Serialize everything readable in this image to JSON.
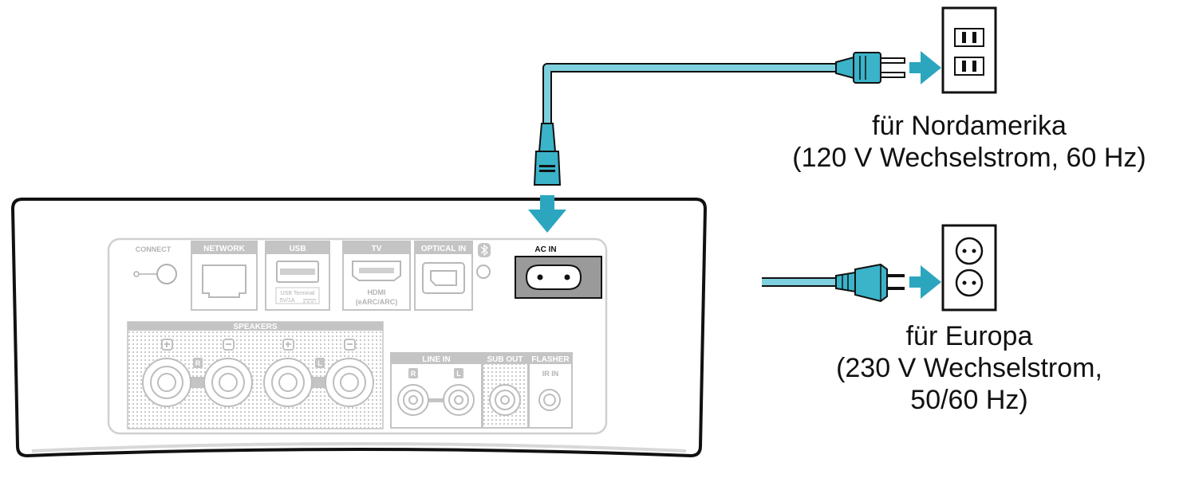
{
  "device": {
    "labels": {
      "connect": "CONNECT",
      "network": "NETWORK",
      "usb": "USB",
      "usb_terminal": "USB Terminal",
      "usb_power": "5V/1A",
      "tv": "TV",
      "hdmi": "HDMI",
      "earc": "(eARC/ARC)",
      "optical_in": "OPTICAL IN",
      "ac_in": "AC IN",
      "speakers": "SPEAKERS",
      "speaker_r": "R",
      "speaker_l": "L",
      "line_in": "LINE IN",
      "line_r": "R",
      "line_l": "L",
      "sub_out": "SUB OUT",
      "flasher": "FLASHER",
      "ir_in": "IR IN"
    }
  },
  "captions": {
    "north_america": {
      "line1": "für Nordamerika",
      "line2": "(120 V Wechselstrom, 60 Hz)"
    },
    "europe": {
      "line1": "für Europa",
      "line2": "(230 V Wechselstrom,",
      "line3": "50/60 Hz)"
    }
  },
  "colors": {
    "cable": "#3bb3c9",
    "arrow": "#2ca6bf",
    "panel_gray": "#c4c4c4",
    "outline": "#111111"
  }
}
